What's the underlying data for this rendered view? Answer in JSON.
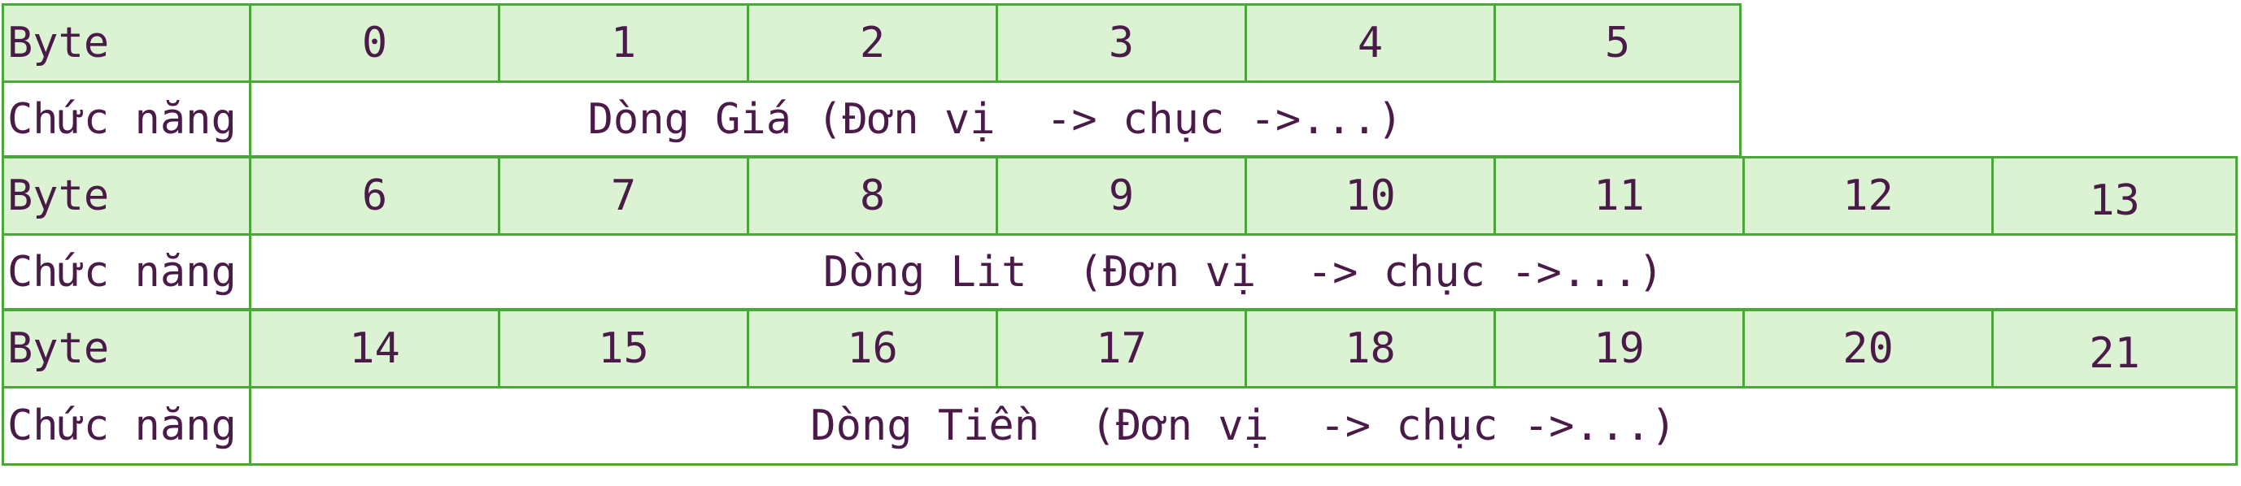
{
  "table": {
    "row_label_byte": "Byte",
    "row_label_function": "Chức năng",
    "section1": {
      "bytes": [
        "0",
        "1",
        "2",
        "3",
        "4",
        "5"
      ],
      "function": "Dòng Giá (Đơn vị  -> chục ->...)"
    },
    "section2": {
      "bytes": [
        "6",
        "7",
        "8",
        "9",
        "10",
        "11",
        "12",
        "13"
      ],
      "function": "Dòng Lit  (Đơn vị  -> chục ->...)"
    },
    "section3": {
      "bytes": [
        "14",
        "15",
        "16",
        "17",
        "18",
        "19",
        "20",
        "21"
      ],
      "function": "Dòng Tiền  (Đơn vị  -> chục ->...)"
    }
  },
  "colors": {
    "header_fill": "#dbf2d3",
    "border": "#4aa83a",
    "text": "#4a1a48"
  }
}
